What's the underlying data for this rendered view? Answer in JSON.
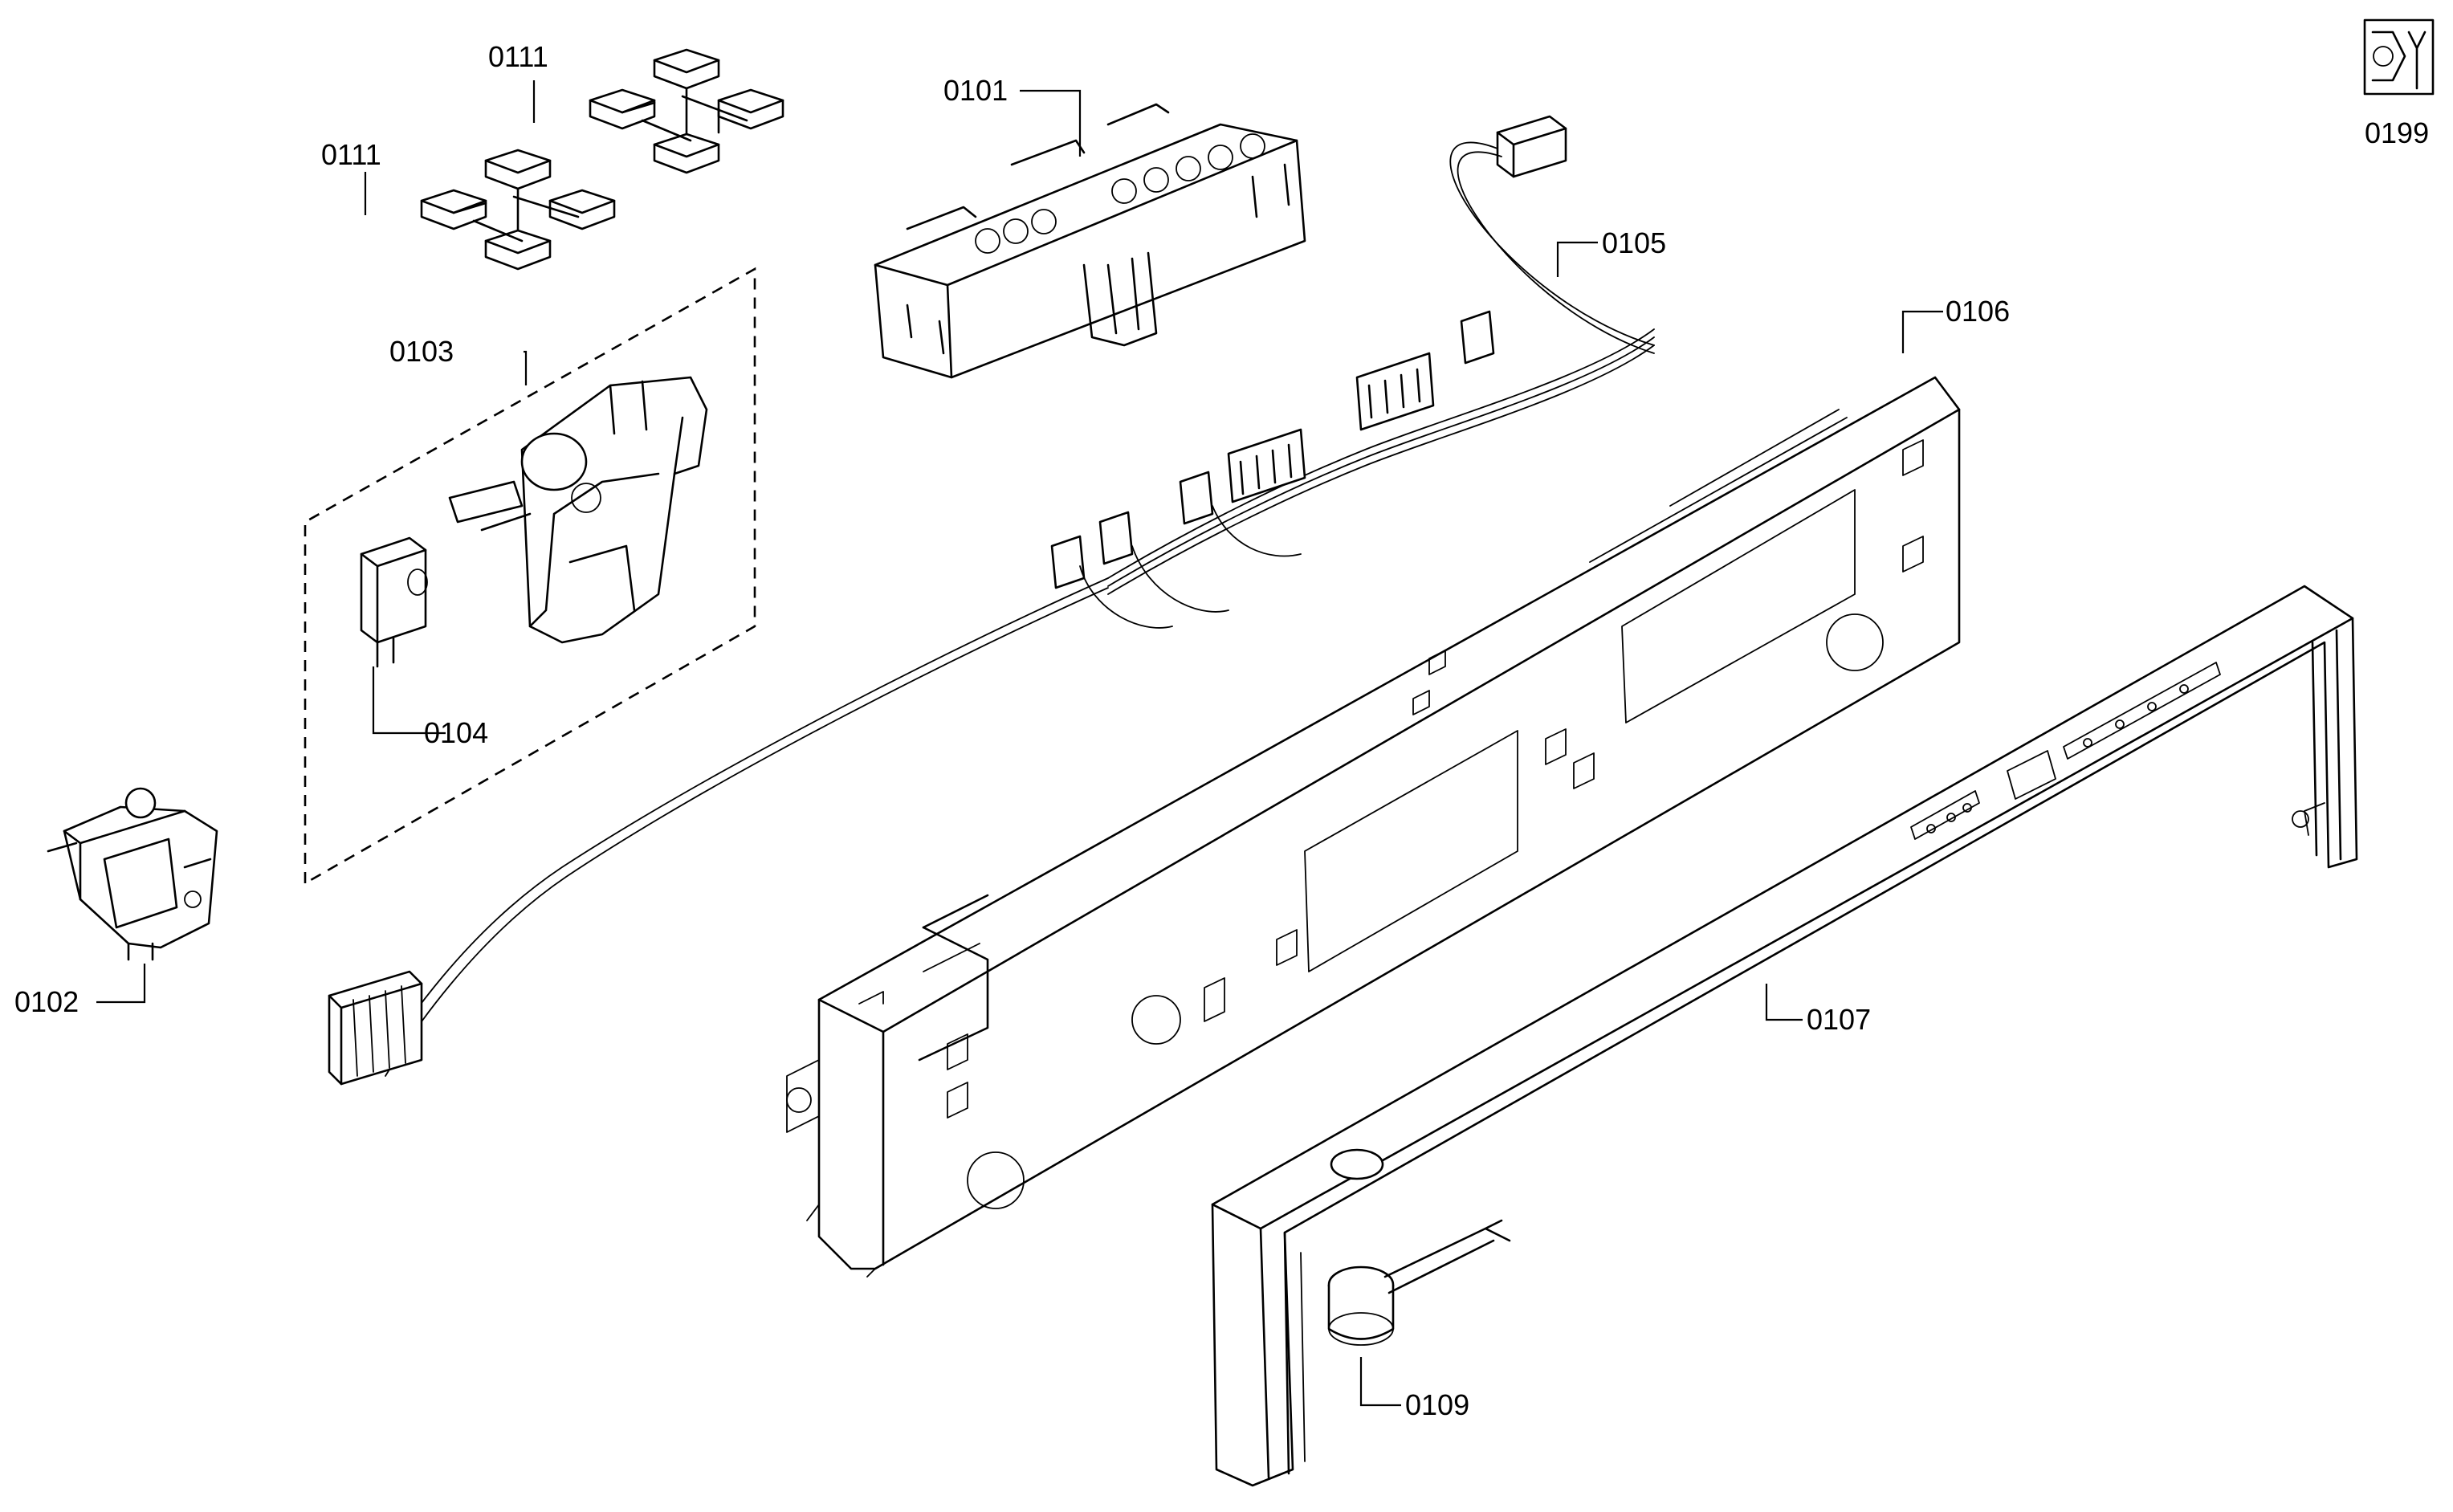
{
  "labels": {
    "p0101": "0101",
    "p0102": "0102",
    "p0103": "0103",
    "p0104": "0104",
    "p0105": "0105",
    "p0106": "0106",
    "p0107": "0107",
    "p0109": "0109",
    "p0111a": "0111",
    "p0111b": "0111",
    "p0199": "0199"
  },
  "icons": {
    "service_kit": "wrench-nut-icon"
  }
}
